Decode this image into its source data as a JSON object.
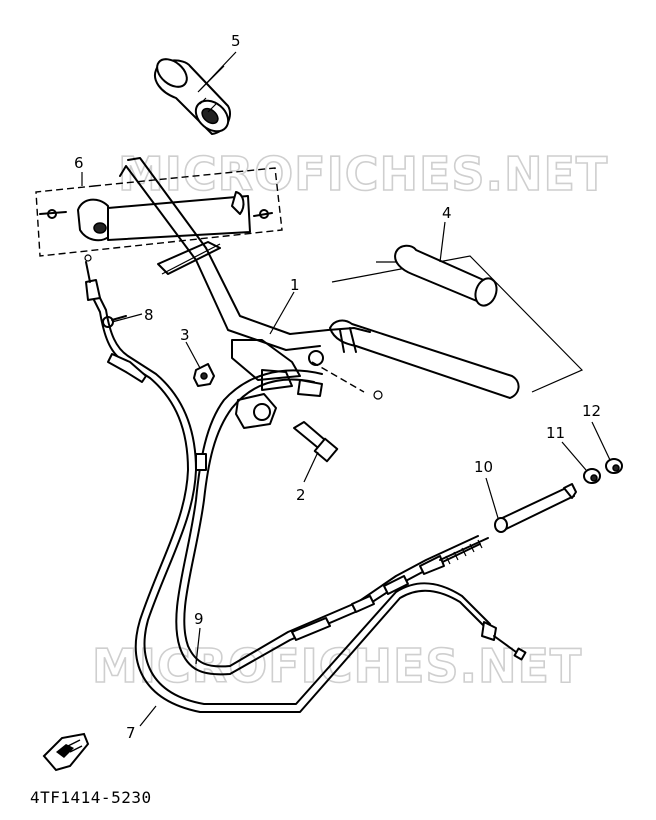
{
  "watermarks": [
    "MICROFICHES.NET",
    "MICROFICHES.NET"
  ],
  "callouts": [
    {
      "id": "1",
      "text": "1"
    },
    {
      "id": "2",
      "text": "2"
    },
    {
      "id": "3",
      "text": "3"
    },
    {
      "id": "4",
      "text": "4"
    },
    {
      "id": "5",
      "text": "5"
    },
    {
      "id": "6",
      "text": "6"
    },
    {
      "id": "7",
      "text": "7"
    },
    {
      "id": "8",
      "text": "8"
    },
    {
      "id": "9",
      "text": "9"
    },
    {
      "id": "10",
      "text": "10"
    },
    {
      "id": "11",
      "text": "11"
    },
    {
      "id": "12",
      "text": "12"
    }
  ],
  "part_number": "4TF1414-5230"
}
